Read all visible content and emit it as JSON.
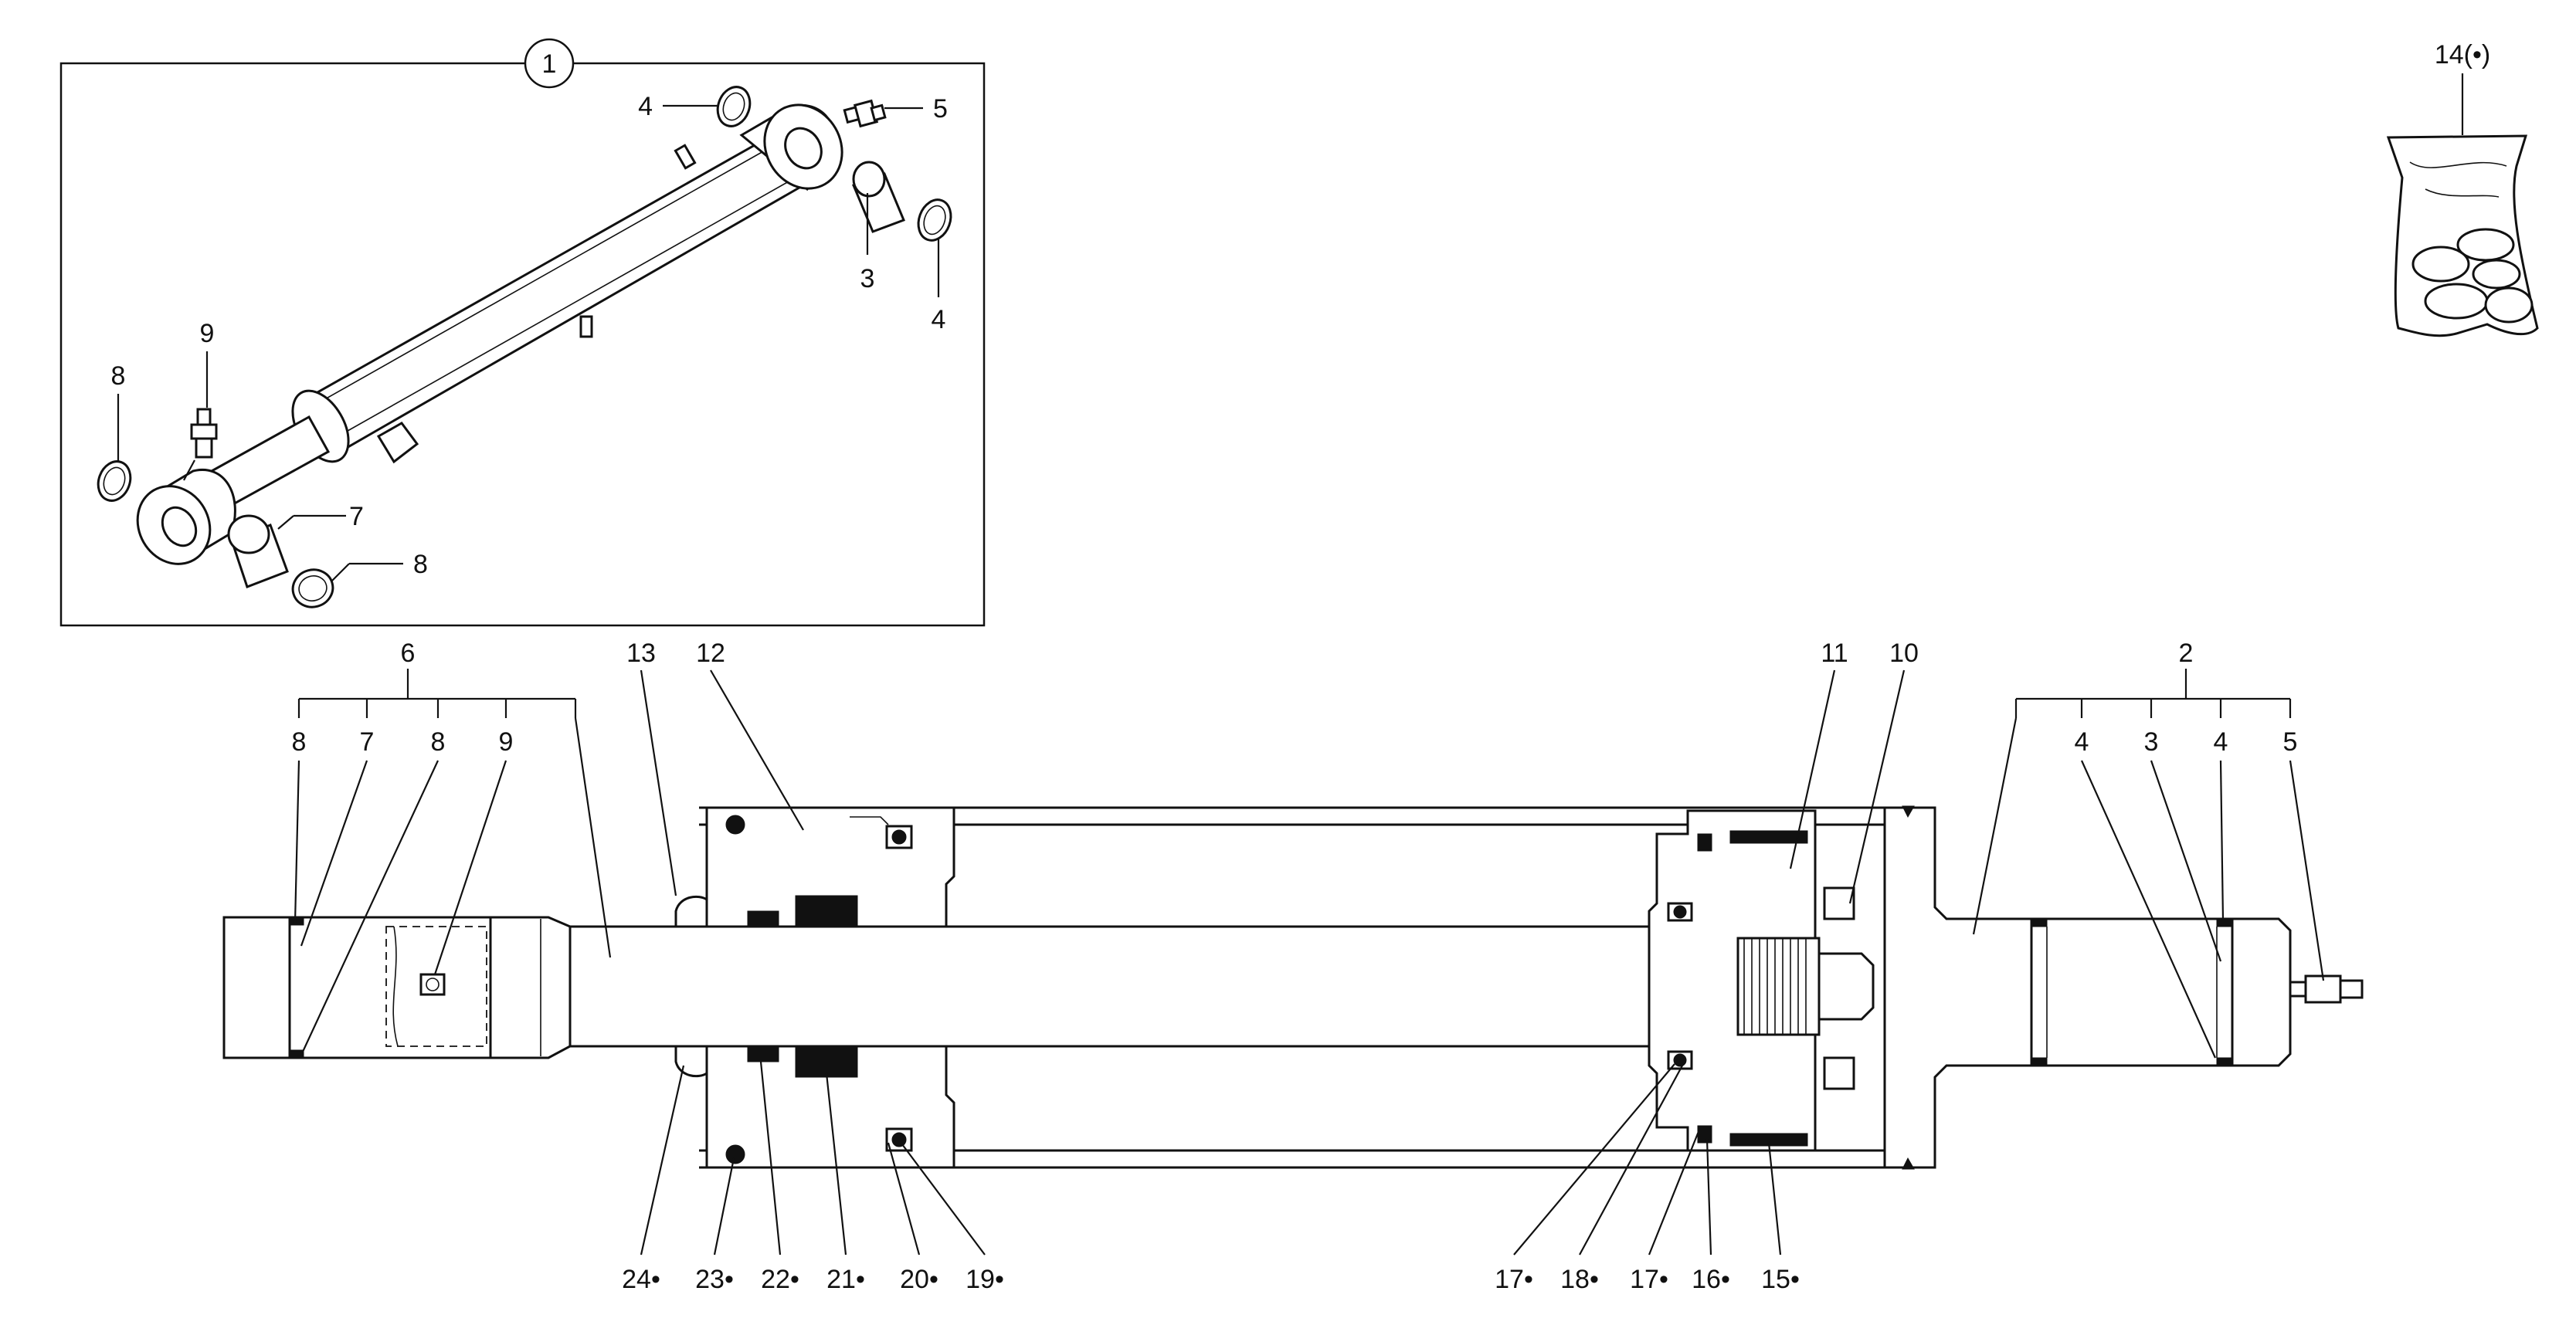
{
  "detail_box": {
    "marker": "1",
    "labels": [
      "4",
      "5",
      "3",
      "4",
      "9",
      "8",
      "7",
      "8"
    ]
  },
  "kit": {
    "label": "14(•)"
  },
  "top_labels": {
    "group_6": "6",
    "group_6_items": [
      "8",
      "7",
      "8",
      "9"
    ],
    "item_13": "13",
    "item_12": "12",
    "item_11": "11",
    "item_10": "10",
    "group_2": "2",
    "group_2_items": [
      "4",
      "3",
      "4",
      "5"
    ]
  },
  "bottom_labels": [
    "24•",
    "23•",
    "22•",
    "21•",
    "20•",
    "19•",
    "17•",
    "18•",
    "17•",
    "16•",
    "15•"
  ],
  "colors": {
    "line": "#111111",
    "background": "#ffffff"
  }
}
